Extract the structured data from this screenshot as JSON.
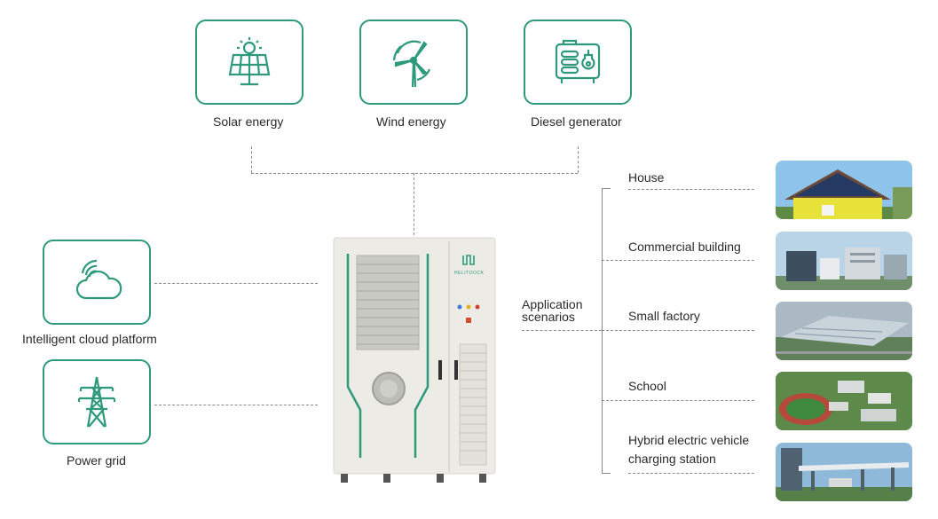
{
  "sources": [
    {
      "label": "Solar energy",
      "icon": "solar-panel-icon"
    },
    {
      "label": "Wind energy",
      "icon": "wind-turbine-icon"
    },
    {
      "label": "Diesel generator",
      "icon": "diesel-generator-icon"
    }
  ],
  "left_items": [
    {
      "label": "Intelligent cloud platform",
      "icon": "cloud-wifi-icon"
    },
    {
      "label": "Power grid",
      "icon": "transmission-tower-icon"
    }
  ],
  "cabinet": {
    "brand": "HELITOOCK"
  },
  "scenarios": {
    "title_line1": "Application",
    "title_line2": "scenarios",
    "items": [
      {
        "line1": "House",
        "line2": ""
      },
      {
        "line1": "Commercial building",
        "line2": ""
      },
      {
        "line1": "Small factory",
        "line2": ""
      },
      {
        "line1": "School",
        "line2": ""
      },
      {
        "line1": "Hybrid electric vehicle",
        "line2": "charging station"
      }
    ]
  },
  "colors": {
    "accent": "#2e9a7a",
    "line": "#8a8a8a",
    "cabinet": "#ecebe6"
  }
}
